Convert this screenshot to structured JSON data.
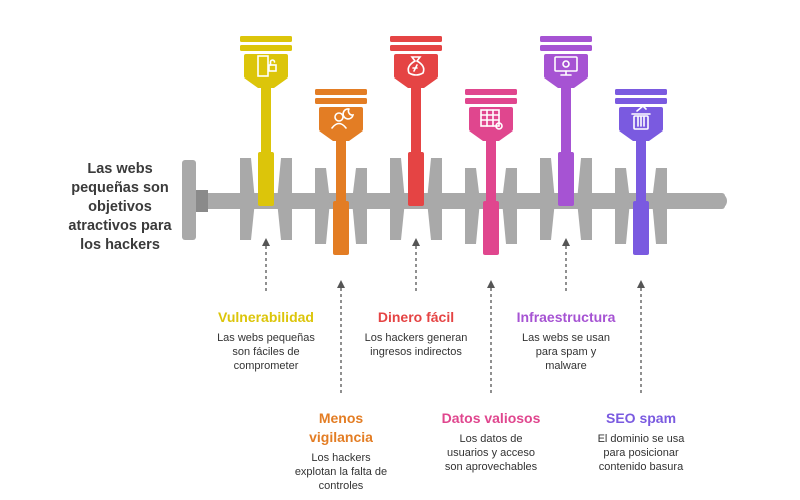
{
  "title": "Las webs\npequeñas son\nobjetivos\natractivos para\nlos hackers",
  "colors": {
    "crank": "#a9a9a9",
    "crank_dark": "#8a8a8a",
    "connector": "#555555"
  },
  "items": [
    {
      "title": "Vulnerabilidad",
      "desc": "Las webs pequeñas\nson fáciles de\ncomprometer",
      "color": "#dcc50a",
      "icon": "unlocked-door-icon"
    },
    {
      "title": "Menos\nvigilancia",
      "desc": "Los hackers\nexplotan la falta de\ncontroles",
      "color": "#e37d24",
      "icon": "person-night-icon"
    },
    {
      "title": "Dinero fácil",
      "desc": "Los hackers generan\ningresos indirectos",
      "color": "#e54444",
      "icon": "money-bag-icon"
    },
    {
      "title": "Datos valiosos",
      "desc": "Los datos de\nusuarios y acceso\nson aprovechables",
      "color": "#e0468e",
      "icon": "data-table-icon"
    },
    {
      "title": "Infraestructura",
      "desc": "Las webs se usan\npara spam y\nmalware",
      "color": "#a653d3",
      "icon": "infected-monitor-icon"
    },
    {
      "title": "SEO spam",
      "desc": "El dominio se usa\npara posicionar\ncontenido basura",
      "color": "#7a5ae0",
      "icon": "trash-bin-icon"
    }
  ]
}
